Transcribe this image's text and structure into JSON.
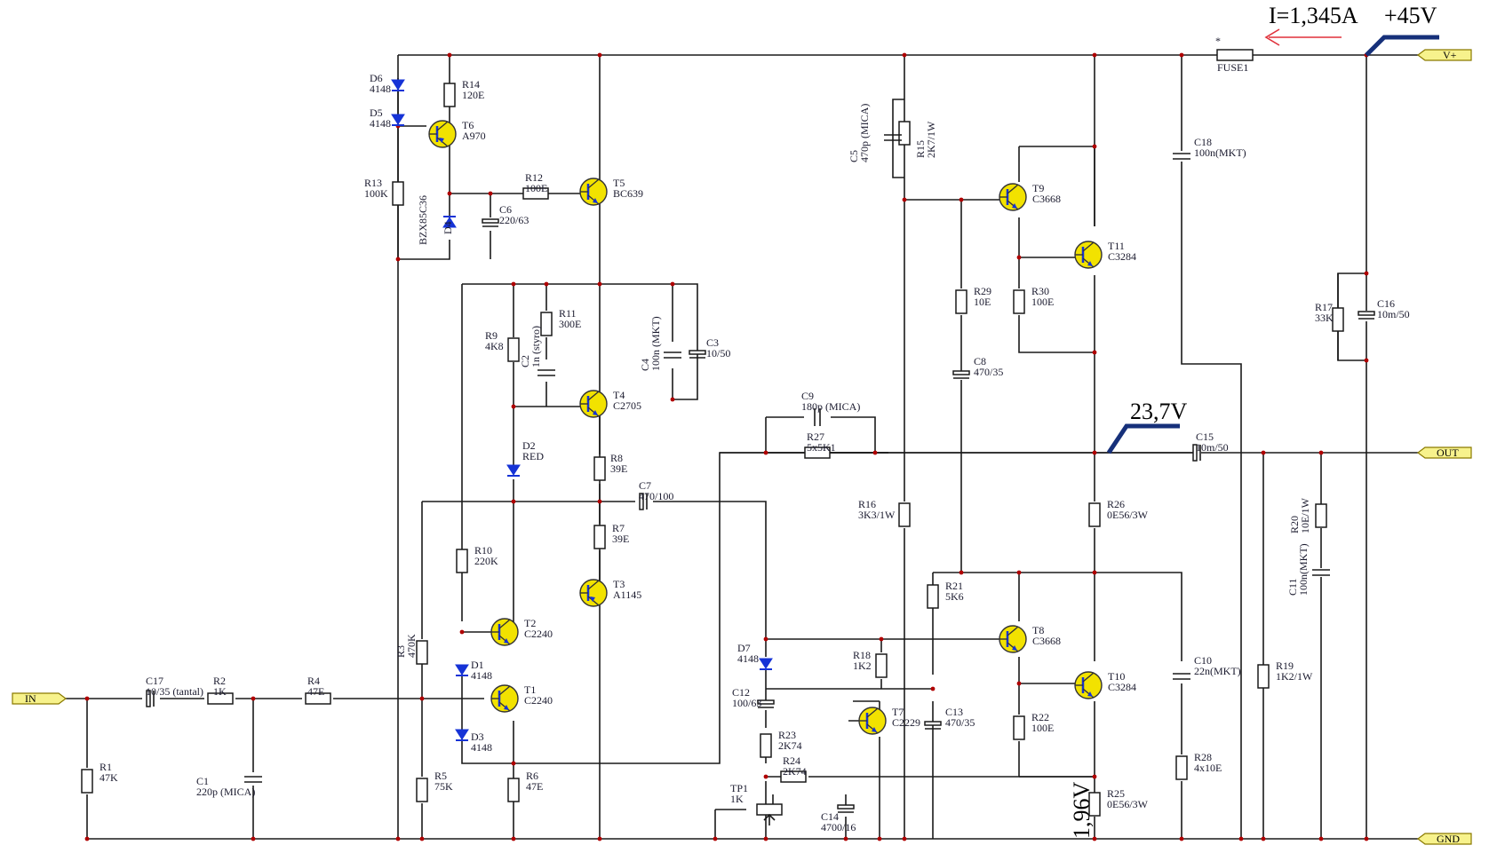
{
  "supply": {
    "current": "I=1,345A",
    "voltage": "+45V"
  },
  "measurements": {
    "out_node": "23,7V",
    "emitter_node": "1,96V"
  },
  "ports": {
    "in": "IN",
    "out": "OUT",
    "vplus": "V+",
    "gnd": "GND"
  },
  "fuse": {
    "name": "FUSE1",
    "mark": "*"
  },
  "resistors": [
    {
      "ref": "R1",
      "value": "47K"
    },
    {
      "ref": "R2",
      "value": "1K"
    },
    {
      "ref": "R3",
      "value": "470K"
    },
    {
      "ref": "R4",
      "value": "47E"
    },
    {
      "ref": "R5",
      "value": "75K"
    },
    {
      "ref": "R6",
      "value": "47E"
    },
    {
      "ref": "R7",
      "value": "39E"
    },
    {
      "ref": "R8",
      "value": "39E"
    },
    {
      "ref": "R9",
      "value": "4K8"
    },
    {
      "ref": "R10",
      "value": "220K"
    },
    {
      "ref": "R11",
      "value": "300E"
    },
    {
      "ref": "R12",
      "value": "100E"
    },
    {
      "ref": "R13",
      "value": "100K"
    },
    {
      "ref": "R14",
      "value": "120E"
    },
    {
      "ref": "R15",
      "value": "2K7/1W"
    },
    {
      "ref": "R16",
      "value": "3K3/1W"
    },
    {
      "ref": "R17",
      "value": "33K"
    },
    {
      "ref": "R18",
      "value": "1K2"
    },
    {
      "ref": "R19",
      "value": "1K2/1W"
    },
    {
      "ref": "R20",
      "value": "10E/1W"
    },
    {
      "ref": "R21",
      "value": "5K6"
    },
    {
      "ref": "R22",
      "value": "100E"
    },
    {
      "ref": "R23",
      "value": "2K74"
    },
    {
      "ref": "R24",
      "value": "2K74"
    },
    {
      "ref": "R25",
      "value": "0E56/3W"
    },
    {
      "ref": "R26",
      "value": "0E56/3W"
    },
    {
      "ref": "R27",
      "value": "5x5K1"
    },
    {
      "ref": "R28",
      "value": "4x10E"
    },
    {
      "ref": "R29",
      "value": "10E"
    },
    {
      "ref": "R30",
      "value": "100E"
    },
    {
      "ref": "TP1",
      "value": "1K"
    }
  ],
  "capacitors": [
    {
      "ref": "C1",
      "value": "220p (MICA)"
    },
    {
      "ref": "C2",
      "value": "1n (styro)"
    },
    {
      "ref": "C3",
      "value": "10/50"
    },
    {
      "ref": "C4",
      "value": "100n (MKT)"
    },
    {
      "ref": "C5",
      "value": "470p (MICA)"
    },
    {
      "ref": "C6",
      "value": "220/63"
    },
    {
      "ref": "C7",
      "value": "470/100"
    },
    {
      "ref": "C8",
      "value": "470/35"
    },
    {
      "ref": "C9",
      "value": "180p (MICA)"
    },
    {
      "ref": "C10",
      "value": "22n(MKT)"
    },
    {
      "ref": "C11",
      "value": "100n(MKT)"
    },
    {
      "ref": "C12",
      "value": "100/63"
    },
    {
      "ref": "C13",
      "value": "470/35"
    },
    {
      "ref": "C14",
      "value": "4700/16"
    },
    {
      "ref": "C15",
      "value": "10m/50"
    },
    {
      "ref": "C16",
      "value": "10m/50"
    },
    {
      "ref": "C17",
      "value": "10/35 (tantal)"
    },
    {
      "ref": "C18",
      "value": "100n(MKT)"
    }
  ],
  "transistors": [
    {
      "ref": "T1",
      "type": "C2240"
    },
    {
      "ref": "T2",
      "type": "C2240"
    },
    {
      "ref": "T3",
      "type": "A1145"
    },
    {
      "ref": "T4",
      "type": "C2705"
    },
    {
      "ref": "T5",
      "type": "BC639"
    },
    {
      "ref": "T6",
      "type": "A970"
    },
    {
      "ref": "T7",
      "type": "C2229"
    },
    {
      "ref": "T8",
      "type": "C3668"
    },
    {
      "ref": "T9",
      "type": "C3668"
    },
    {
      "ref": "T10",
      "type": "C3284"
    },
    {
      "ref": "T11",
      "type": "C3284"
    }
  ],
  "diodes": [
    {
      "ref": "D1",
      "type": "4148"
    },
    {
      "ref": "D2",
      "type": "RED"
    },
    {
      "ref": "D3",
      "type": "4148"
    },
    {
      "ref": "D4",
      "type": "BZX85C36"
    },
    {
      "ref": "D5",
      "type": "4148"
    },
    {
      "ref": "D6",
      "type": "4148"
    },
    {
      "ref": "D7",
      "type": "4148"
    }
  ],
  "colors": {
    "wire": "#1a1a1a",
    "junction": "#b00000",
    "transistor": "#f2e200",
    "diode": "#1633d6",
    "port": "#f7f28c",
    "arrow": "#e0303a"
  }
}
